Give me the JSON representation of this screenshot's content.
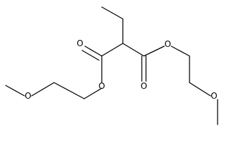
{
  "atoms": {
    "o_ester_left": "O",
    "o_carbonyl_left": "O",
    "o_ester_right": "O",
    "o_carbonyl_right": "O",
    "o_ether_left": "O",
    "o_ether_right": "O"
  }
}
